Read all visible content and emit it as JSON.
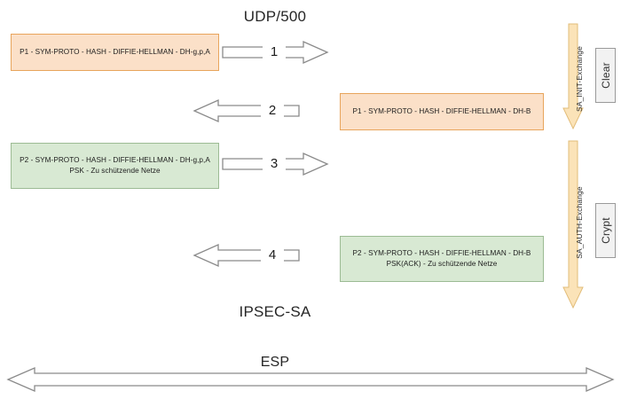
{
  "diagram": {
    "title_top": "UDP/500",
    "title_bottom": "IPSEC-SA",
    "esp_label": "ESP",
    "background": "#ffffff",
    "colors": {
      "orange_fill": "#fbe0c8",
      "orange_stroke": "#e8a55c",
      "green_fill": "#d8e9d3",
      "green_stroke": "#9cbb94",
      "arrow_stroke": "#8a8a8a",
      "arrow_fill": "#ffffff",
      "phase_arrow_fill": "#fbe3b8",
      "phase_arrow_stroke": "#e2bc78",
      "mode_box_fill": "#f2f2f2",
      "mode_box_stroke": "#9a9a9a",
      "text": "#1a1a1a"
    }
  },
  "messages": [
    {
      "id": "init-request",
      "step": "1",
      "direction": "right",
      "side": "left",
      "color": "orange",
      "line1": "P1 - SYM-PROTO - HASH - DIFFIE-HELLMAN - DH-g,p,A",
      "line2": ""
    },
    {
      "id": "init-response",
      "step": "2",
      "direction": "left",
      "side": "right",
      "color": "orange",
      "line1": "P1 - SYM-PROTO - HASH - DIFFIE-HELLMAN - DH-B",
      "line2": ""
    },
    {
      "id": "auth-request",
      "step": "3",
      "direction": "right",
      "side": "left",
      "color": "green",
      "line1": "P2 - SYM-PROTO - HASH - DIFFIE-HELLMAN - DH-g,p,A",
      "line2": "PSK - Zu schützende Netze"
    },
    {
      "id": "auth-response",
      "step": "4",
      "direction": "left",
      "side": "right",
      "color": "green",
      "line1": "P2 - SYM-PROTO - HASH - DIFFIE-HELLMAN - DH-B",
      "line2": "PSK(ACK) - Zu schützende Netze"
    }
  ],
  "phases": [
    {
      "id": "sa-init",
      "label": "SA_INIT-Exchange",
      "mode": "Clear"
    },
    {
      "id": "sa-auth",
      "label": "SA_AUTH-Exchange",
      "mode": "Crypt"
    }
  ]
}
